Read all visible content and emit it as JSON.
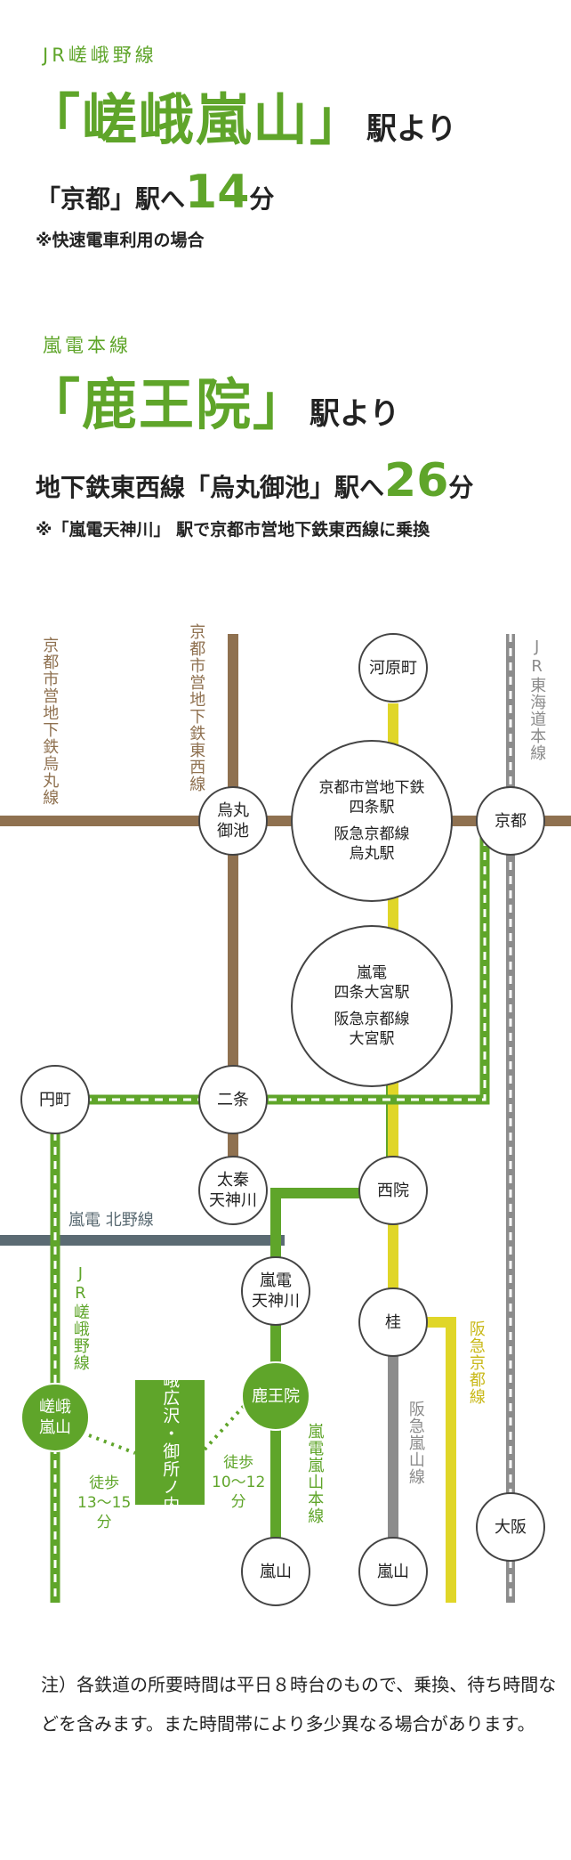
{
  "section1": {
    "line_name": "JR嵯峨野線",
    "station": "「嵯峨嵐山」",
    "suffix": "駅より",
    "destination_pre": "「京都」駅へ",
    "minutes": "14",
    "minutes_unit": "分",
    "note": "※快速電車利用の場合"
  },
  "section2": {
    "line_name": "嵐電本線",
    "station": "「鹿王院」",
    "suffix": "駅より",
    "destination_pre": "地下鉄東西線「烏丸御池」駅へ",
    "minutes": "26",
    "minutes_unit": "分",
    "note": "※「嵐電天神川」 駅で京都市営地下鉄東西線に乗換"
  },
  "map": {
    "colors": {
      "tozai": "#8f7150",
      "karasuma": "#8f7150",
      "hankyu": "#e0d628",
      "hankyu_arashiyama": "#8c8c8c",
      "jr": "#8c8c8c",
      "randen": "#5fa52a",
      "kitano": "#5b6b73",
      "sagano": "#5fa52a"
    },
    "line_labels": {
      "karasuma": "京都市営地下鉄烏丸線",
      "tozai": "京都市営地下鉄東西線",
      "jr_tokaido": "JR東海道本線",
      "kitano": "嵐電 北野線",
      "jr_sagano": "JR嵯峨野線",
      "randen_main": "嵐電嵐山本線",
      "hankyu_arashiyama": "阪急嵐山線",
      "hankyu_kyoto": "阪急京都線"
    },
    "stations": {
      "kawaramachi": "河原町",
      "karasuma_oike": "烏丸御池",
      "shijo_big": [
        "京都市営地下鉄",
        "四条駅",
        "阪急京都線",
        "烏丸駅"
      ],
      "kyoto": "京都",
      "omiya_big": [
        "嵐電",
        "四条大宮駅",
        "阪急京都線",
        "大宮駅"
      ],
      "emmachi": "円町",
      "nijo": "二条",
      "uzumasa": "太秦天神川",
      "saiin": "西院",
      "randen_tenjingawa": "嵐電天神川",
      "katsura": "桂",
      "saga_arashiyama": "嵯峨嵐山",
      "rokuoin": "鹿王院",
      "sagahirosawa": "嵯峨広沢・御所ノ内町",
      "randen_arashiyama": "嵐山",
      "hankyu_arashiyama": "嵐山",
      "osaka": "大阪"
    },
    "walks": {
      "walk1": "徒歩13〜15分",
      "walk2": "徒歩10〜12分"
    }
  },
  "footnote": "注）各鉄道の所要時間は平日８時台のもので、乗換、待ち時間などを含みます。また時間帯により多少異なる場合があります。"
}
